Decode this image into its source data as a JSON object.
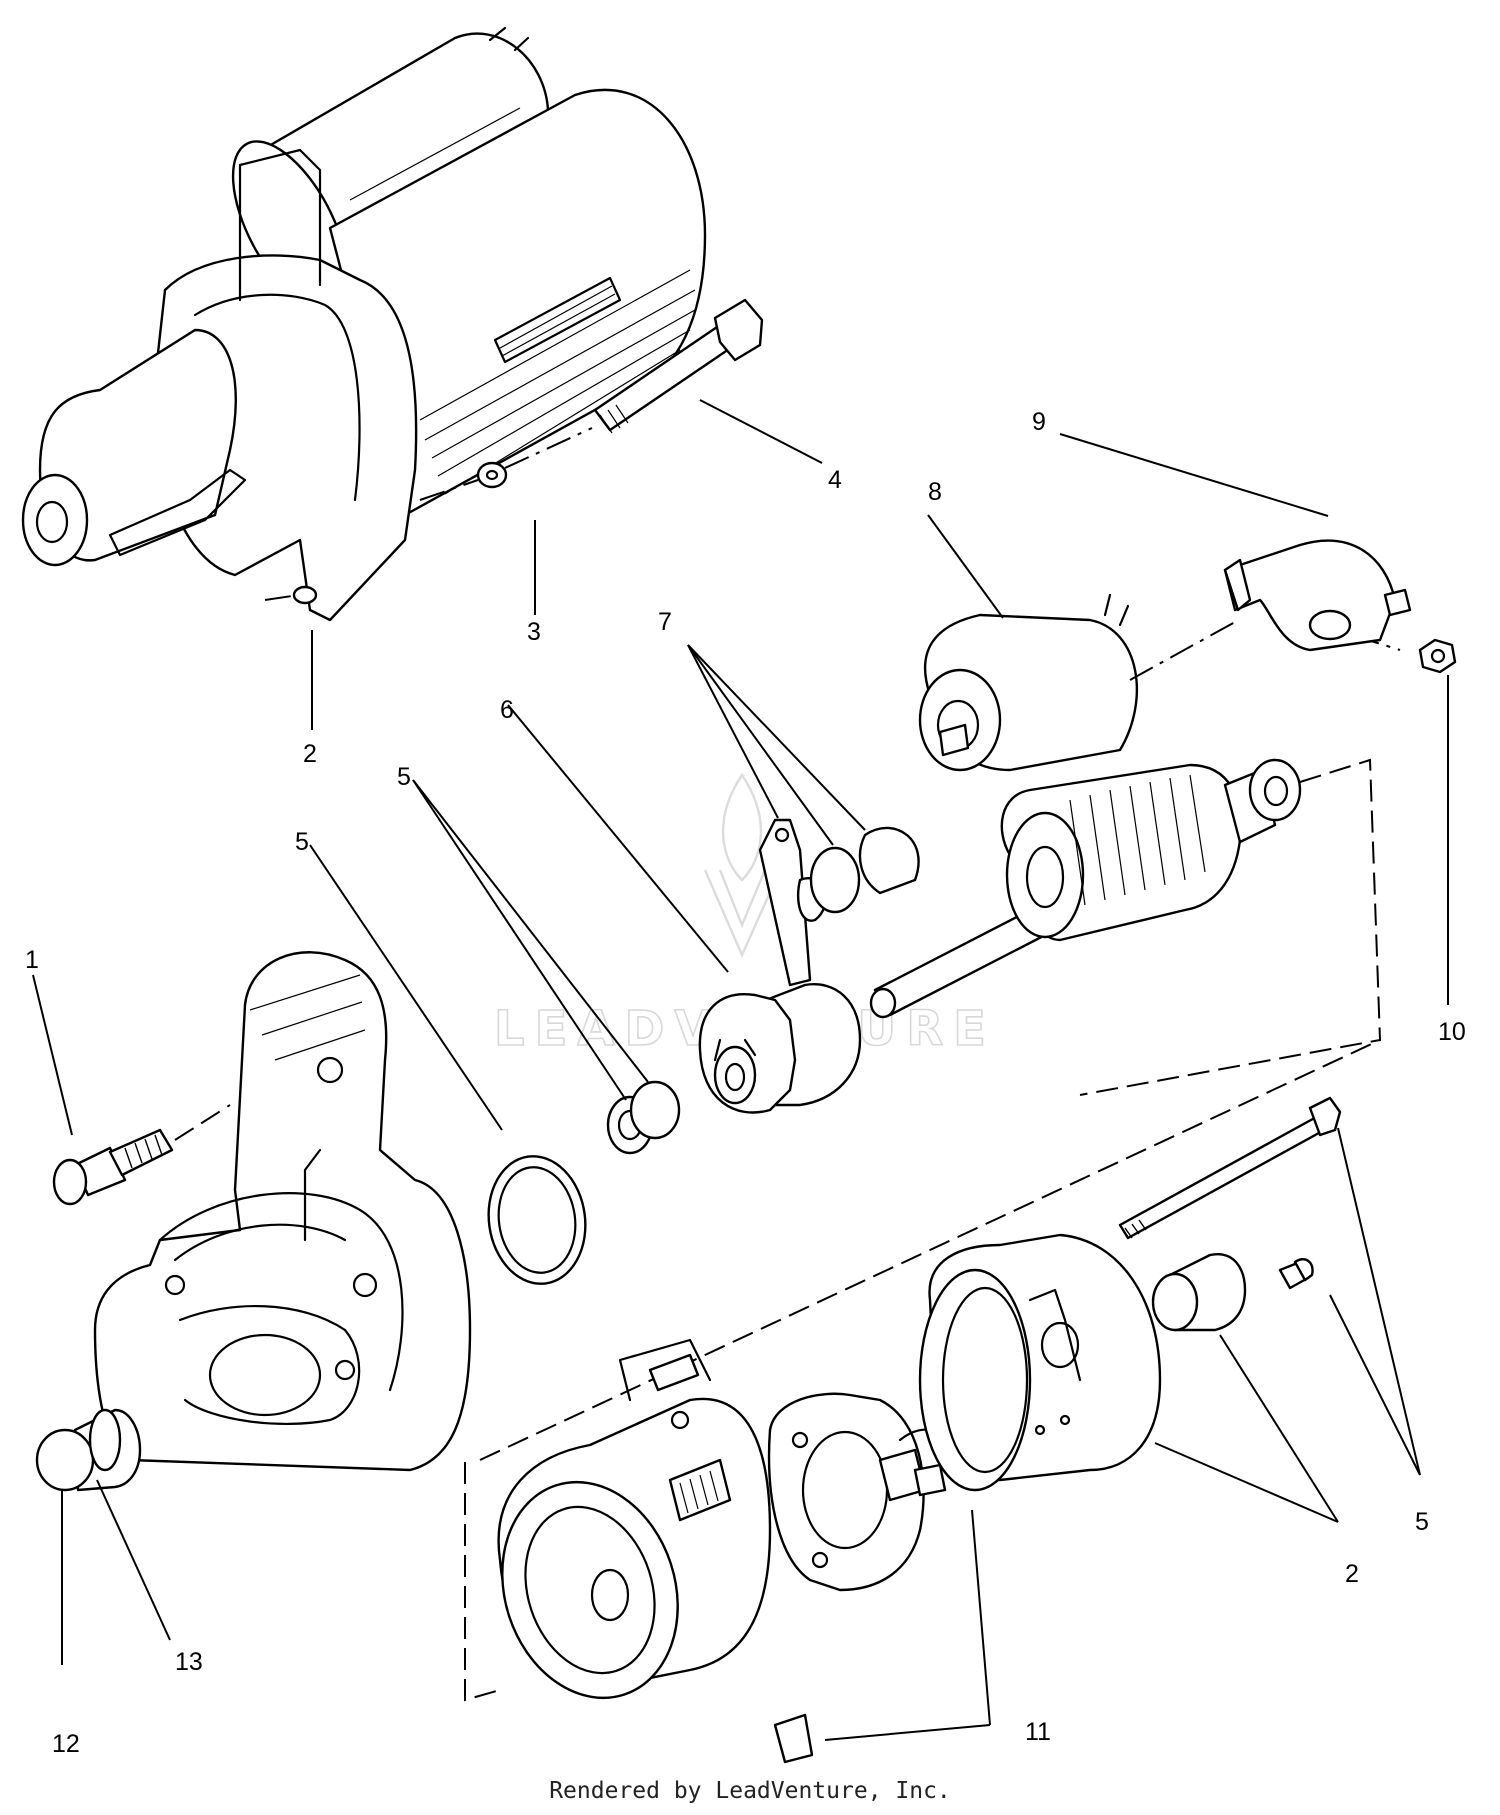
{
  "diagram": {
    "watermark": "LEADVENTURE",
    "callouts": {
      "c1": "1",
      "c2a": "2",
      "c3": "3",
      "c4": "4",
      "c8": "8",
      "c9": "9",
      "c7": "7",
      "c6": "6",
      "c5a": "5",
      "c5b": "5",
      "c10": "10",
      "c5c": "5",
      "c2b": "2",
      "c13": "13",
      "c12": "12",
      "c11": "11"
    }
  },
  "footer": {
    "credit": "Rendered by LeadVenture, Inc."
  }
}
